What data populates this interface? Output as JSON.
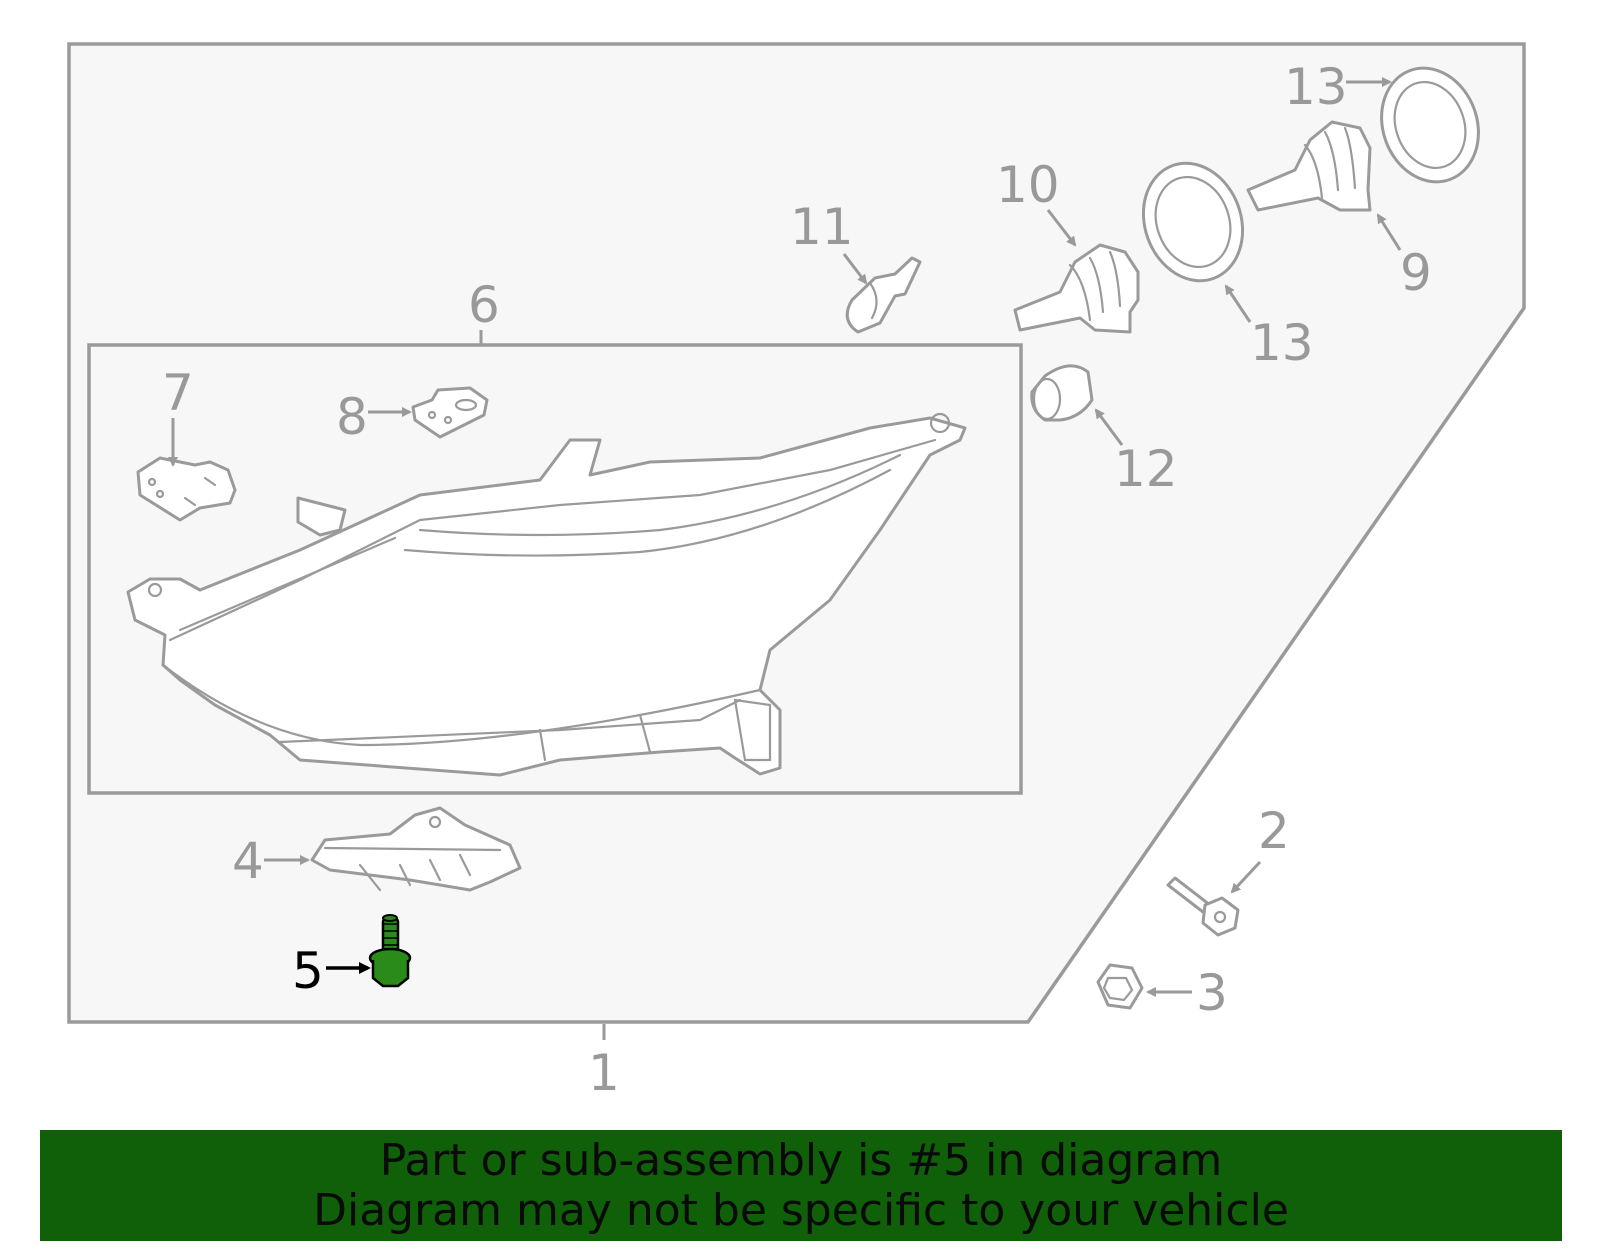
{
  "diagram": {
    "highlight_part": "5",
    "highlight_color": "#2a8a1a",
    "line_color": "#9a9a9a",
    "callouts": {
      "c1": "1",
      "c2": "2",
      "c3": "3",
      "c4": "4",
      "c5": "5",
      "c6": "6",
      "c7": "7",
      "c8": "8",
      "c9": "9",
      "c10": "10",
      "c11": "11",
      "c12": "12",
      "c13a": "13",
      "c13b": "13"
    }
  },
  "banner": {
    "background": "#0f6009",
    "line1": "Part or sub-assembly is #5 in diagram",
    "line2": "Diagram may not be specific to your vehicle"
  }
}
